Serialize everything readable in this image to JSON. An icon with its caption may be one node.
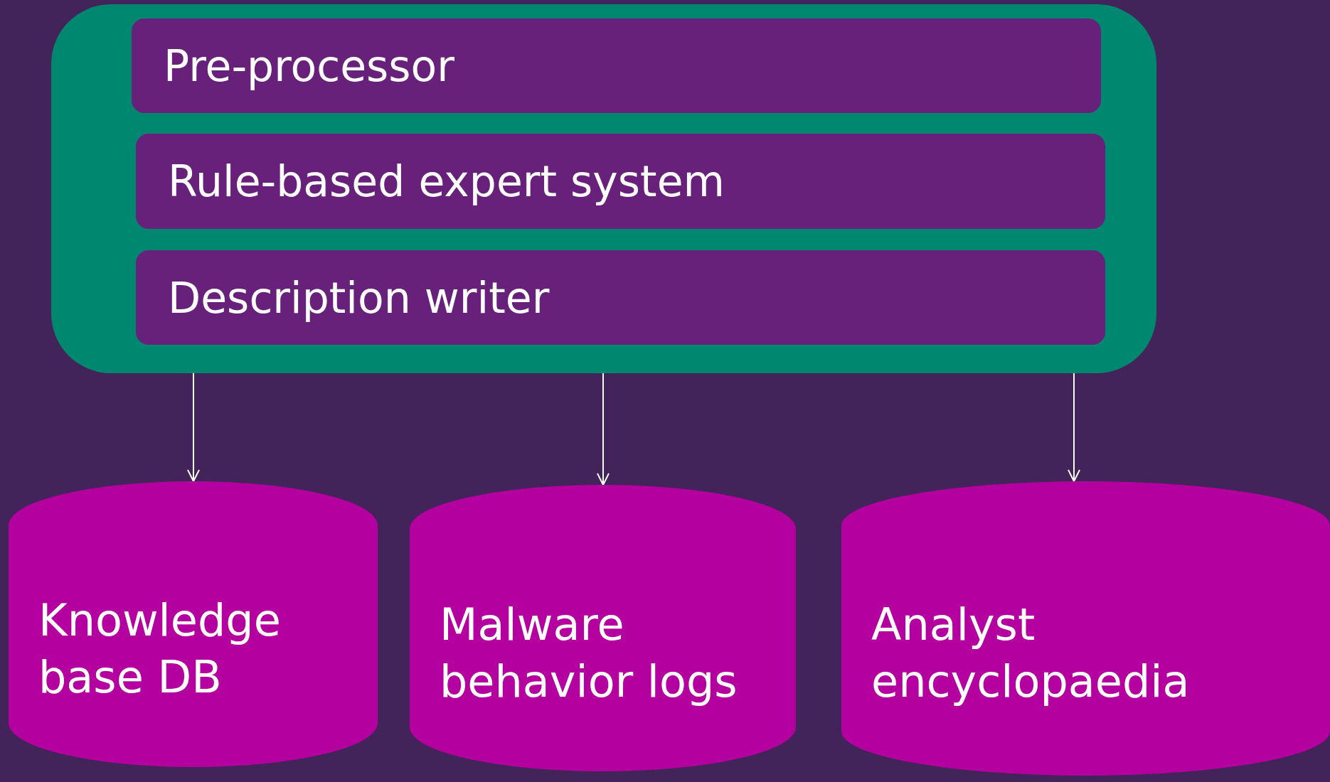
{
  "diagram": {
    "nodes": [
      {
        "text": [],
        "shape": "box"
      },
      {
        "text": [
          "Pre-processor"
        ],
        "in": 0
      },
      {
        "text": [
          "Rule-based expert system"
        ],
        "in": 0
      },
      {
        "text": [
          "Description writer"
        ],
        "in": 0
      },
      {
        "text": [
          "Knowledge base DB"
        ]
      },
      {
        "text": [
          "Malware behavior logs"
        ]
      },
      {
        "text": [
          "Analyst encyclopaedia"
        ]
      }
    ],
    "edges": [
      {
        "from": 0,
        "to": 4,
        "arrow": "to"
      },
      {
        "from": 0,
        "to": 5,
        "arrow": "to"
      },
      {
        "from": 0,
        "to": 6,
        "arrow": "to"
      }
    ]
  }
}
